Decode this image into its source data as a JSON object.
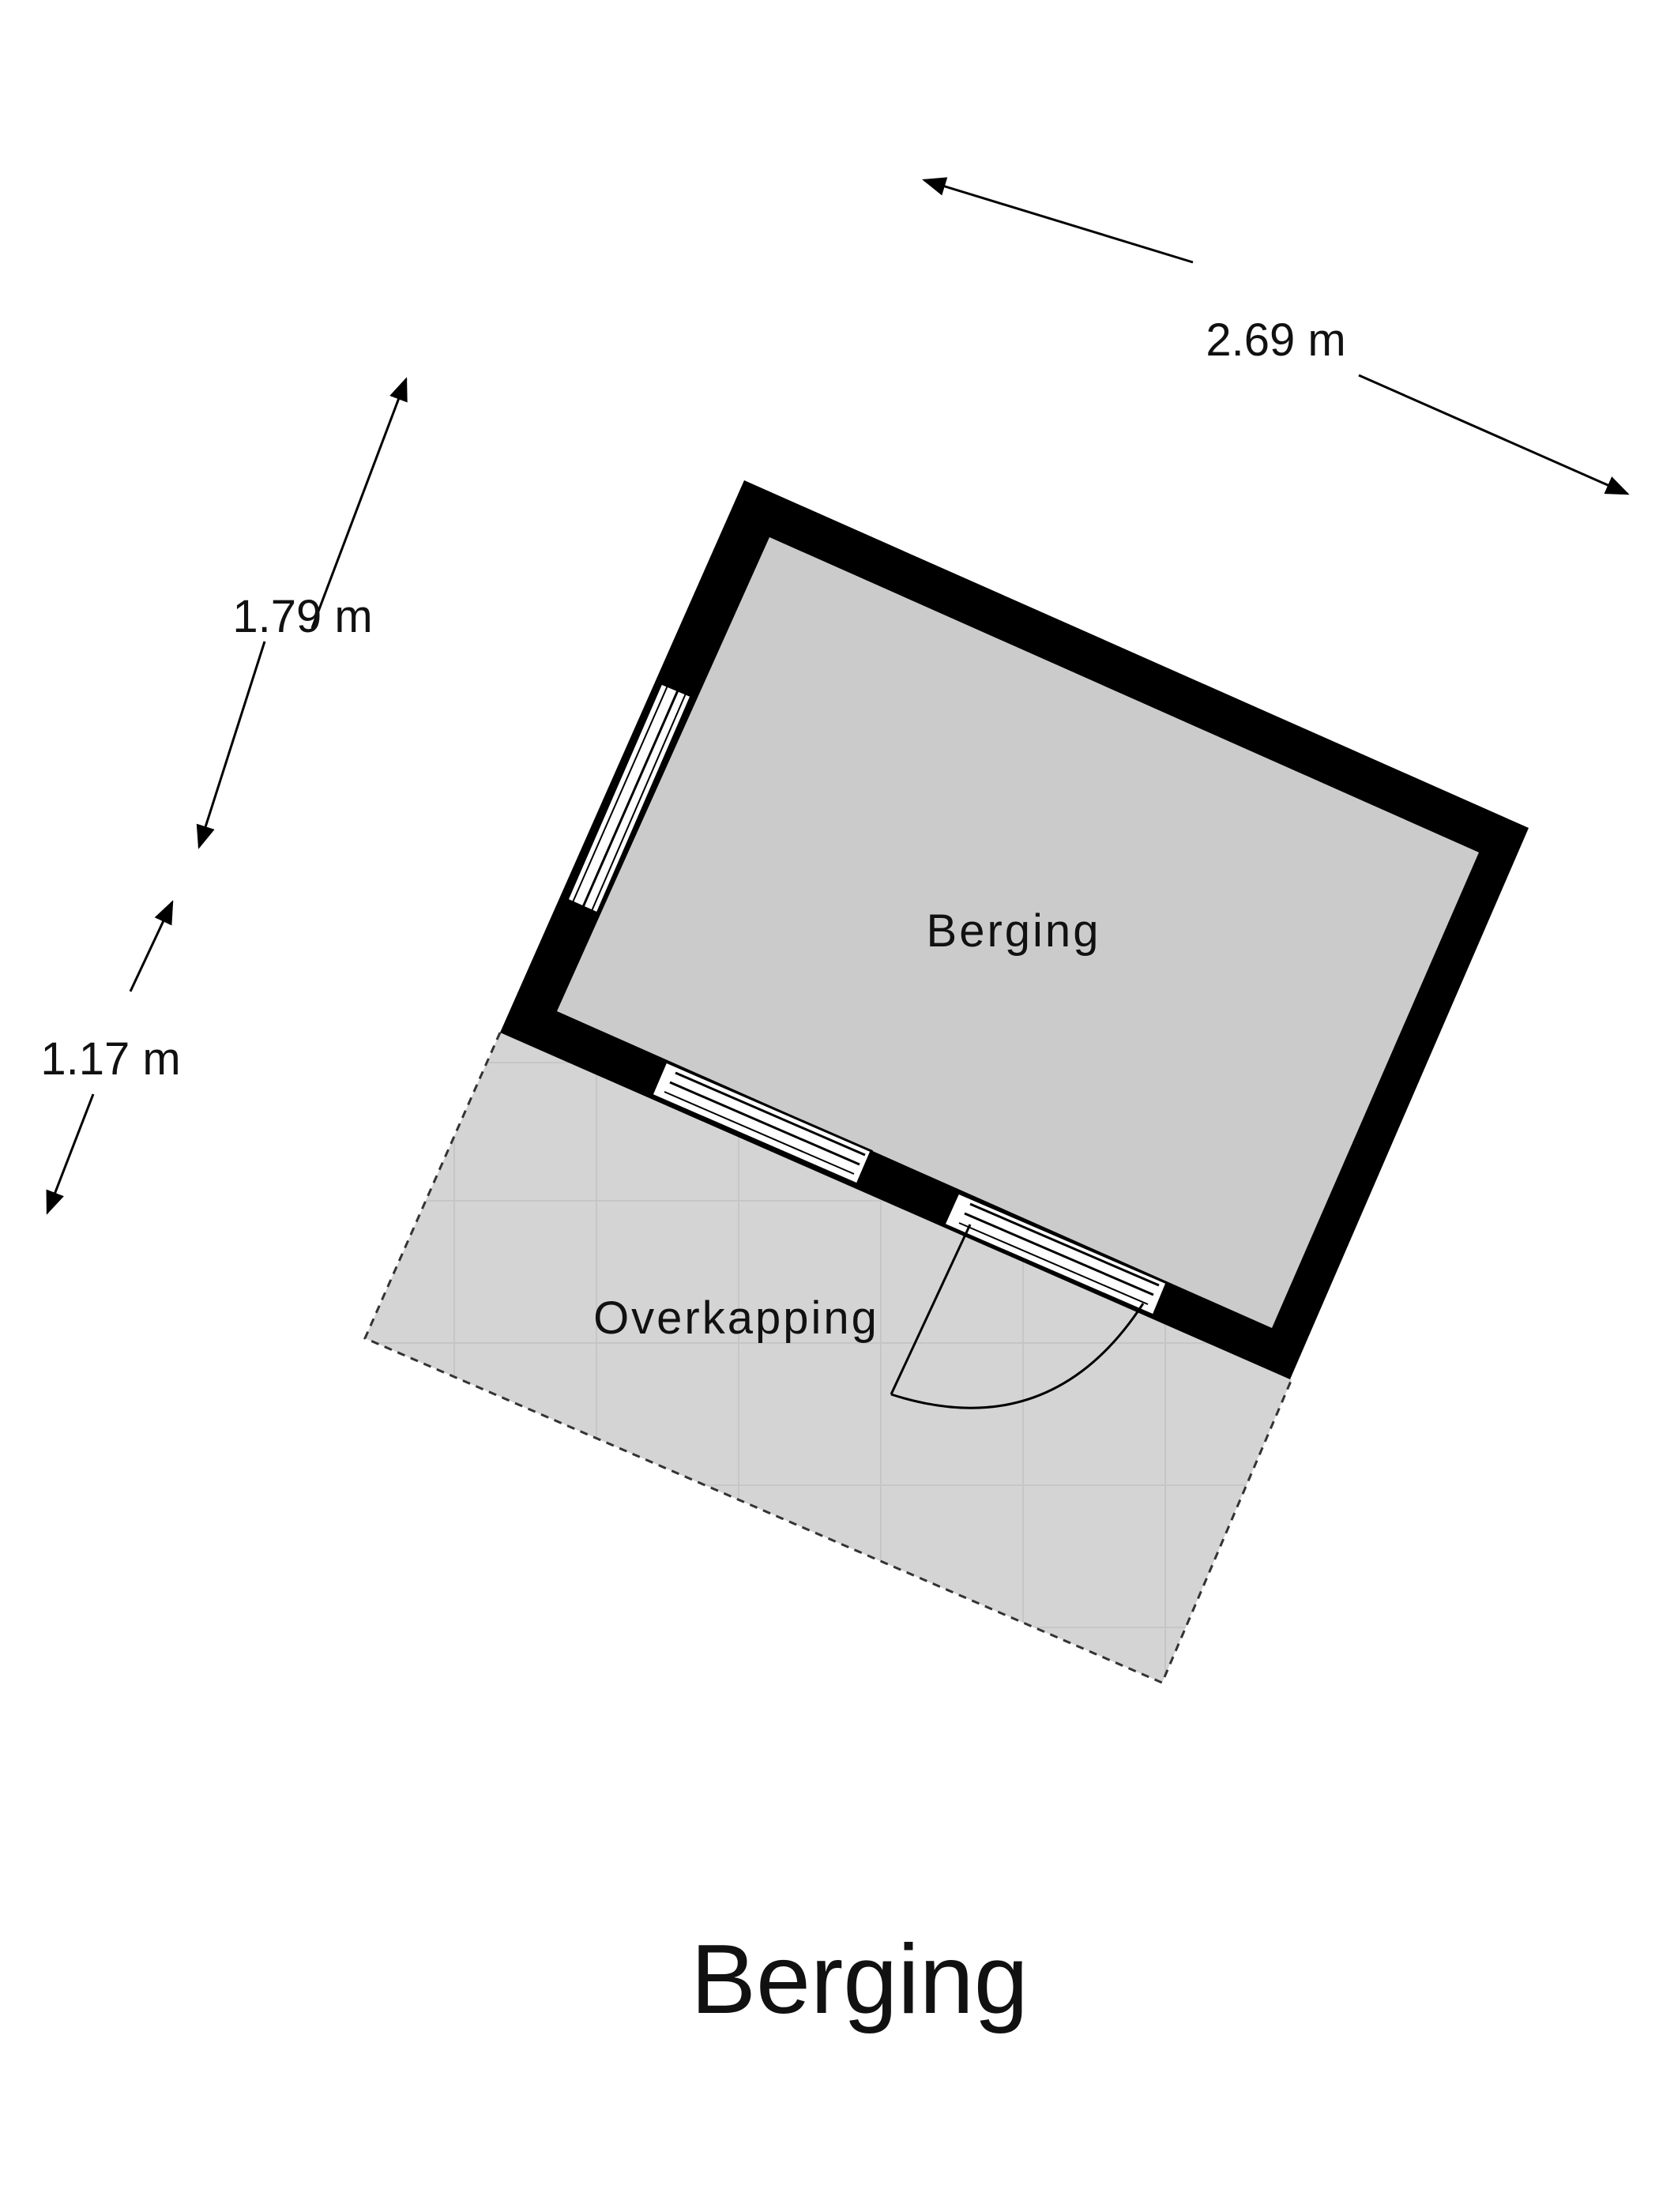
{
  "dimensions": {
    "width": "2.69 m",
    "depth_room": "1.79 m",
    "depth_covered": "1.17 m"
  },
  "rooms": {
    "storage": "Berging",
    "covered_area": "Overkapping"
  },
  "title": "Berging",
  "colors": {
    "wall": "#000000",
    "room_fill": "#cbcbcb",
    "covered_fill": "#d4d4d4",
    "tile_line": "#c6c6c6",
    "outline_dash": "#333333",
    "text": "#111111"
  }
}
